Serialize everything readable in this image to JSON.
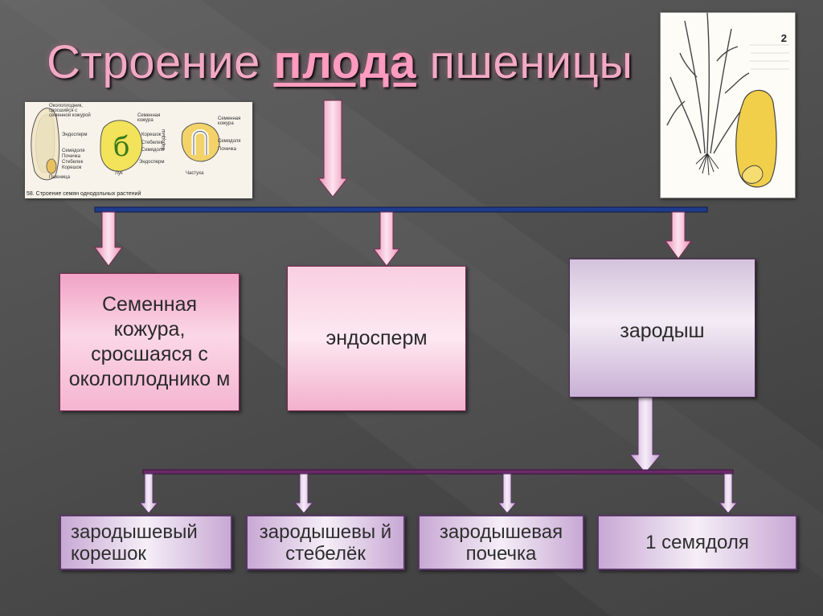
{
  "title": {
    "part1": "Строение ",
    "part2": "плода",
    "part3": " пшеницы"
  },
  "seed_figure": {
    "labels": {
      "okoloplodnik": "Околоплодник,",
      "okoloplodnik2": "сросшийся с",
      "okoloplodnik3": "семенной кожурой",
      "endosperm_left": "Эндосперм",
      "semyadolya_left": "Семядоля",
      "pochechka_left": "Почечка",
      "stebelek_left": "Стебелек",
      "koreshok_left": "Корешок",
      "semennaya_kozhura": "Семенная",
      "semennaya_kozhura2": "кожура",
      "koreshok_mid": "Корешок",
      "stebelek_mid": "Стебелек",
      "semyadolya_mid": "Семядоля",
      "zarodysh_vertical": "Зародыш",
      "endosperm_mid": "Эндосперм",
      "semennaya_right": "Семенная",
      "kozhura_right": "кожура",
      "semyadolya_right": "Семядоля",
      "pochechka_right": "Почечка",
      "wheat": "Пшеница",
      "onion": "Лук",
      "chastukha": "Частуха",
      "glyph": "б"
    },
    "caption": "58. Строение семян однодольных растений"
  },
  "wheat_figure": {
    "number": "2"
  },
  "boxes": {
    "seed_coat": "Семенная кожура, сросшаяся с околоплоднико м",
    "endosperm": "эндосперм",
    "embryo": "зародыш"
  },
  "embryo_parts": [
    "зародышевый корешок",
    "зародышевы й стебелёк",
    "зародышевая почечка",
    "1 семядоля"
  ],
  "colors": {
    "title": "#f2a9c4",
    "pink_box": "#f5b5d1",
    "lilac_box": "#d4c2dc",
    "connector_blue": "#1f3c8c",
    "connector_purple": "#6a2a6a",
    "arrow_fill": "#f7bcd5"
  }
}
